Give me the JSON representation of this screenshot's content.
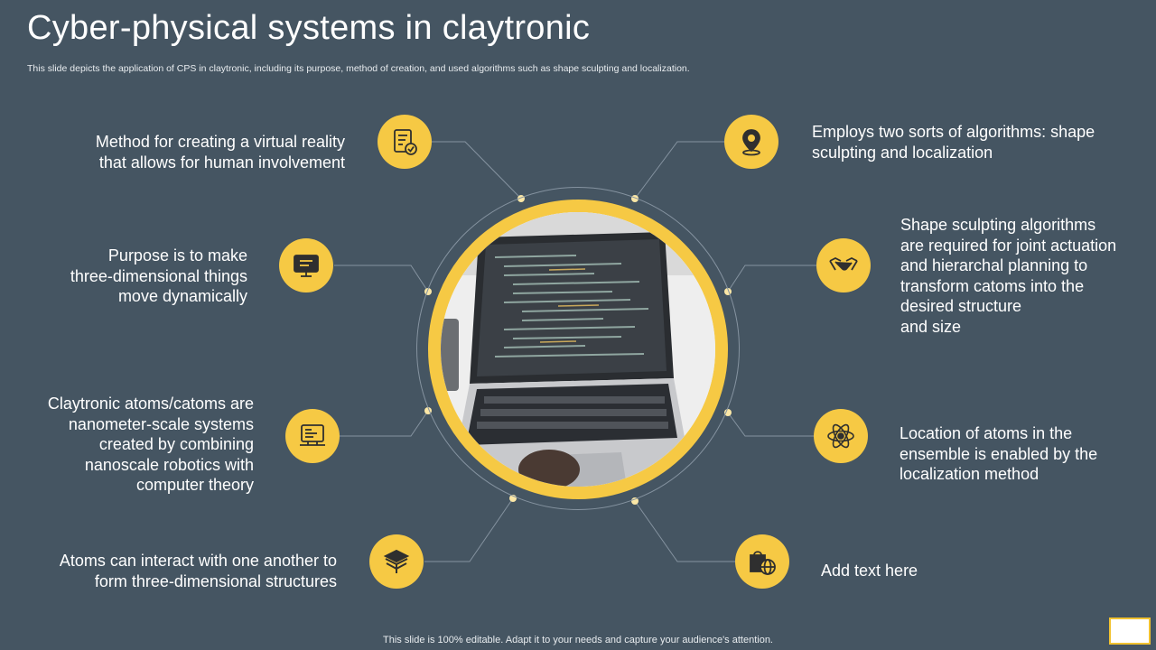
{
  "slide": {
    "title": "Cyber-physical systems in claytronic",
    "subtitle": "This slide depicts the application of CPS in claytronic, including its purpose, method of creation, and used algorithms such as shape sculpting and localization.",
    "footer": "This slide is 100% editable. Adapt it to your needs and capture your audience's attention."
  },
  "items": {
    "left_1": {
      "text": "Method for creating a virtual reality\nthat allows for human involvement",
      "icon": "document-check-icon"
    },
    "left_2": {
      "text": "Purpose is to make\nthree-dimensional things\nmove dynamically",
      "icon": "monitor-icon"
    },
    "left_3": {
      "text": "Claytronic atoms/catoms are\nnanometer-scale systems\ncreated by combining\nnanoscale robotics with\ncomputer theory",
      "icon": "computer-code-icon"
    },
    "left_4": {
      "text": "Atoms can interact with  one another to\nform three-dimensional structures",
      "icon": "box-icon"
    },
    "right_1": {
      "text": "Employs two sorts of algorithms: shape\nsculpting and localization",
      "icon": "location-pin-icon"
    },
    "right_2": {
      "text": "Shape sculpting algorithms\nare required for joint actuation\nand hierarchal planning to\ntransform catoms into the\ndesired structure\nand size",
      "icon": "handshake-icon"
    },
    "right_3": {
      "text": "Location of atoms in the\nensemble is enabled by the\nlocalization method",
      "icon": "atom-icon"
    },
    "right_4": {
      "text": "Add text here",
      "icon": "shopping-globe-icon"
    }
  },
  "colors": {
    "background": "#455562",
    "accent": "#f6c944",
    "text": "#ffffff",
    "connector": "#8593a0"
  }
}
